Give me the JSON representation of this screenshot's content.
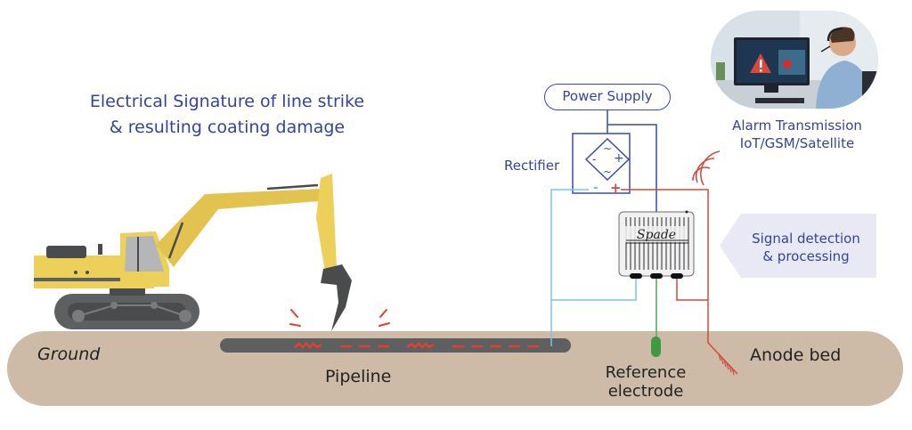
{
  "title": {
    "line1": "Electrical Signature of line strike",
    "line2": "& resulting coating damage"
  },
  "components": {
    "power_supply": "Power Supply",
    "rectifier": "Rectifier",
    "rectifier_symbols": {
      "ac": "~",
      "minus": "-",
      "plus": "+"
    },
    "terminals": {
      "negative": "-",
      "positive": "+"
    },
    "device_brand": "Spade",
    "alarm": {
      "line1": "Alarm Transmission",
      "line2": "IoT/GSM/Satellite"
    },
    "signal": {
      "line1": "Signal detection",
      "line2": "& processing"
    }
  },
  "ground": {
    "ground_label": "Ground",
    "pipeline_label": "Pipeline",
    "reference_label_line1": "Reference",
    "reference_label_line2": "electrode",
    "anode_label": "Anode bed"
  },
  "colors": {
    "text_blue": "#35449a",
    "ground": "#cdbba7",
    "pipe": "#5e5f61",
    "signal_red": "#e0402f",
    "wire_red": "#cf4a3c",
    "wire_blue_light": "#7cc3ec",
    "wire_blue_dark": "#3b4aa0",
    "wire_green": "#4aa85a",
    "excavator_yellow": "#ecd05a",
    "callout_bg": "#e8e9f4"
  }
}
